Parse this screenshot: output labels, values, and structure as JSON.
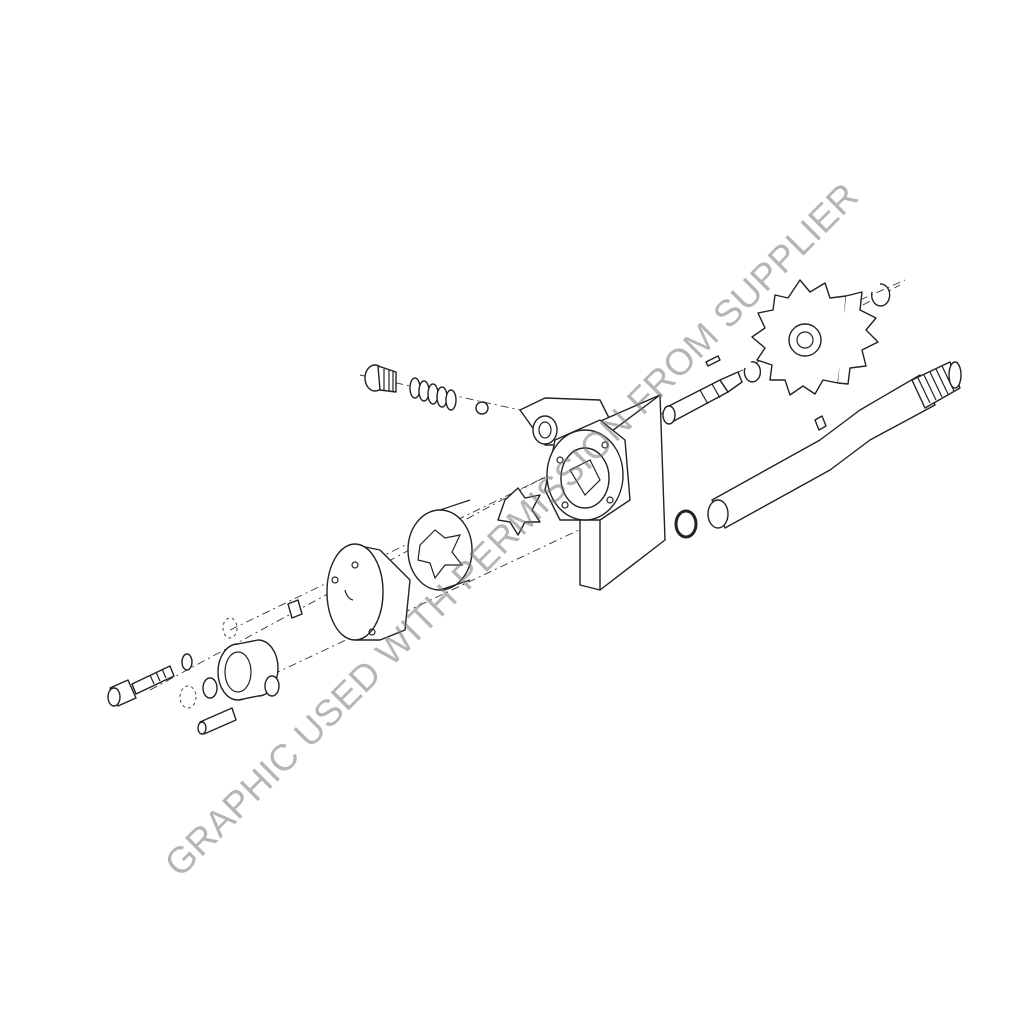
{
  "diagram": {
    "type": "exploded-parts-view",
    "parts": [
      "relief-valve-plug",
      "relief-spring",
      "check-ball",
      "pump-housing",
      "drive-shaft",
      "key",
      "retaining-ring",
      "drive-gear",
      "retaining-ring-outer",
      "pickup-tube",
      "o-ring",
      "inner-rotor",
      "outer-rotor",
      "pump-cover",
      "dowel-pin",
      "cap-screw",
      "washer",
      "bushing",
      "plug",
      "roll-pin"
    ]
  },
  "watermark": "GRAPHIC USED WITH PERMISSION FROM SUPPLIER"
}
